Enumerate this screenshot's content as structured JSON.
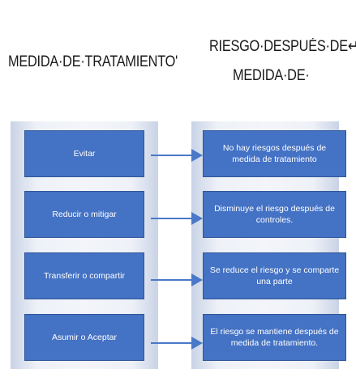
{
  "headings": {
    "left": "MEDIDA·DE·TRATAMIENTO'",
    "right_line1": "RIESGO·DESPUÉS·DE↵",
    "right_line2": "MEDIDA·DE·"
  },
  "rows": [
    {
      "treatment": "Evitar",
      "result": "No hay riesgos después de medida de tratamiento"
    },
    {
      "treatment": "Reducir o mitigar",
      "result": "Disminuye el riesgo después de controles."
    },
    {
      "treatment": "Transferir o compartir",
      "result": "Se reduce el riesgo y se comparte una parte"
    },
    {
      "treatment": "Asumir o Aceptar",
      "result": "El riesgo se mantiene después de medida de tratamiento."
    }
  ],
  "colors": {
    "box": "#4472c4",
    "arrow": "#4a78c8",
    "panel": "#eef1f7"
  }
}
